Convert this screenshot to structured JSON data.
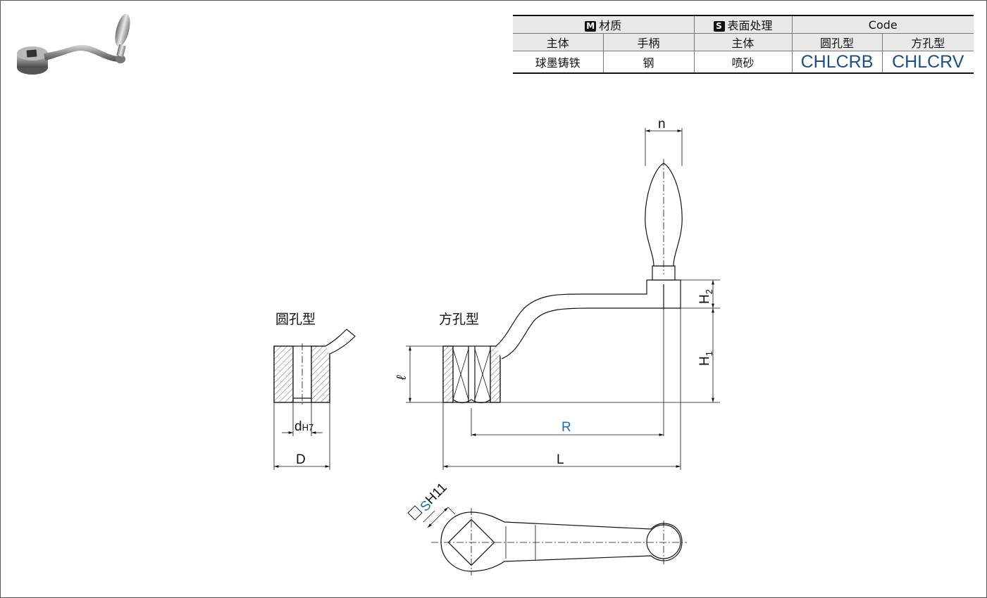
{
  "table": {
    "header": {
      "material_tag": "M",
      "material": "材质",
      "surface_tag": "S",
      "surface": "表面处理",
      "code": "Code"
    },
    "subheader": {
      "body": "主体",
      "handle": "手柄",
      "surface_body": "主体",
      "round_hole": "圆孔型",
      "square_hole": "方孔型"
    },
    "values": {
      "body_material": "球墨铸铁",
      "handle_material": "钢",
      "surface_treatment": "喷砂",
      "code_round": "CHLCRB",
      "code_square": "CHLCRV"
    }
  },
  "drawing": {
    "label_round": "圆孔型",
    "label_square": "方孔型",
    "dim_n": "n",
    "dim_h2": "H",
    "dim_h2_sub": "2",
    "dim_h1": "H",
    "dim_h1_sub": "1",
    "dim_l_script": "ℓ",
    "dim_d": "d",
    "dim_d_sub": "H7",
    "dim_D": "D",
    "dim_R": "R",
    "dim_L": "L",
    "dim_S": "S",
    "dim_S_sub": "H11"
  },
  "colors": {
    "code_blue": "#1b4f8a",
    "dim_blue": "#1a6fb5"
  }
}
